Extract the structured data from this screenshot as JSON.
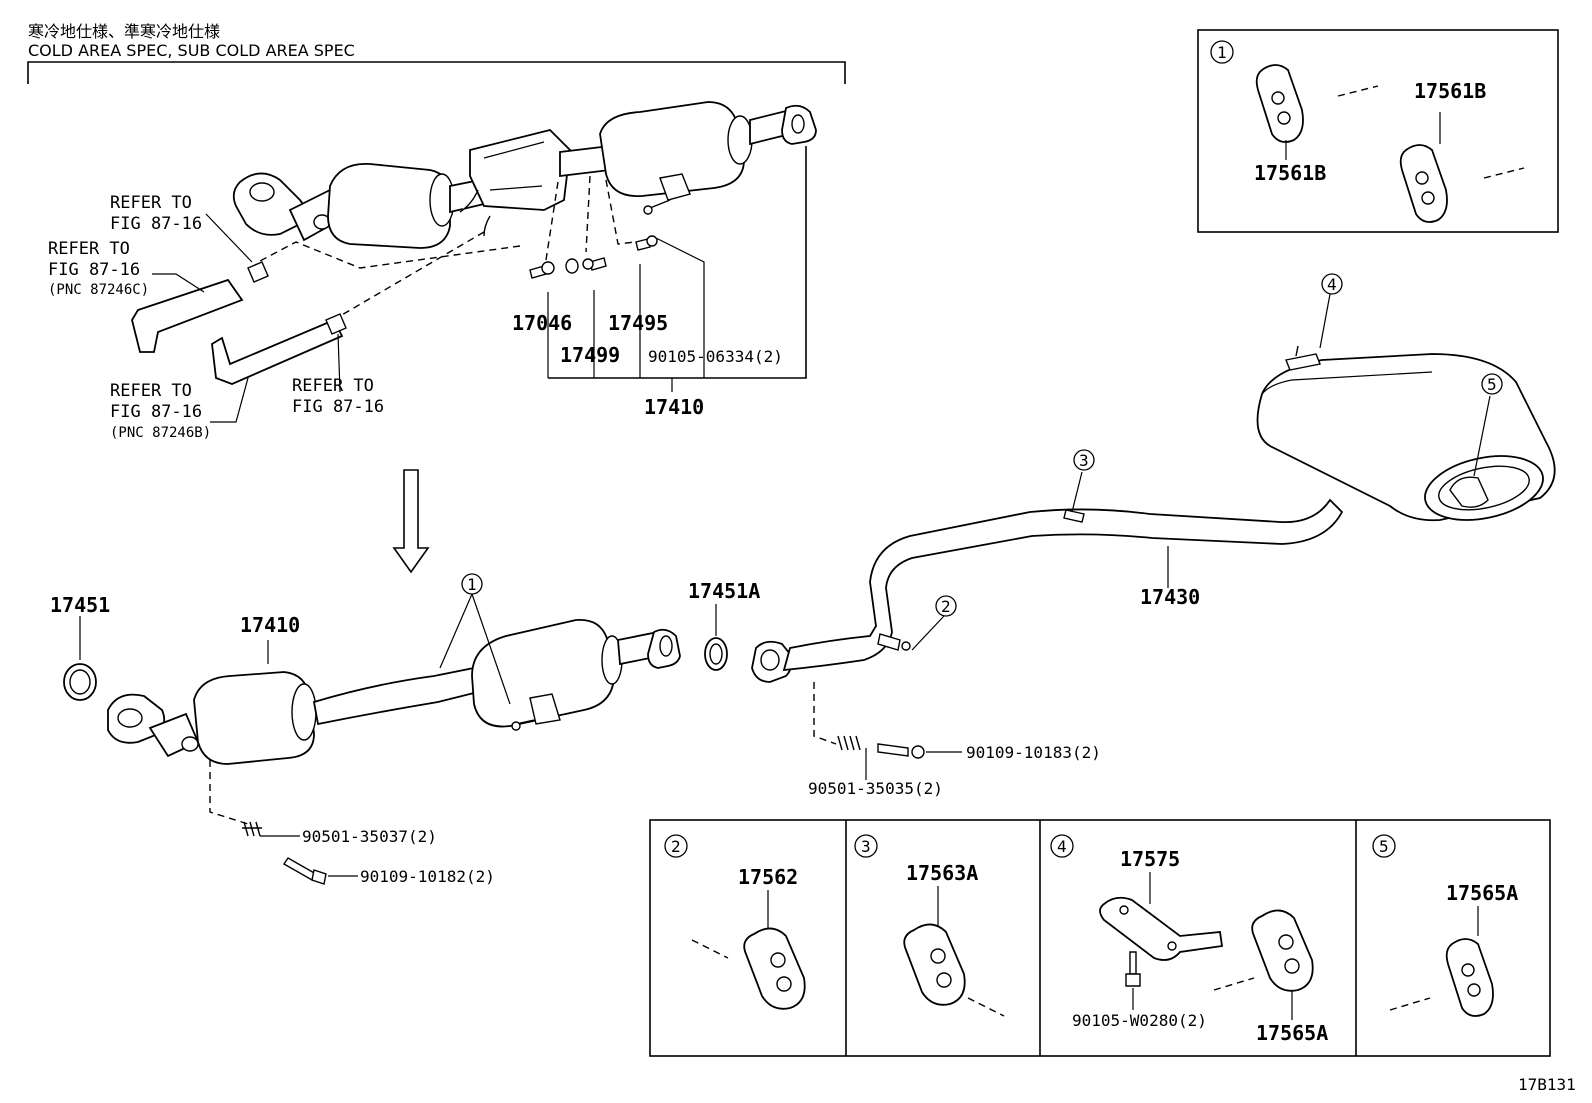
{
  "header": {
    "title_jp": "寒冷地仕様、準寒冷地仕様",
    "title_en": "COLD AREA SPEC, SUB COLD AREA SPEC"
  },
  "figure_code": "17B131",
  "refs": {
    "refer_to": "REFER TO",
    "fig": "FIG 87-16",
    "pnc_c": "(PNC 87246C)",
    "pnc_b": "(PNC 87246B)"
  },
  "parts": {
    "p17046": "17046",
    "p17495": "17495",
    "p17499": "17499",
    "p90105_06334": "90105-06334(2)",
    "p17410_top": "17410",
    "p17451": "17451",
    "p17410": "17410",
    "p17451A": "17451A",
    "p17430": "17430",
    "p90501_35037": "90501-35037(2)",
    "p90109_10182": "90109-10182(2)",
    "p90109_10183": "90109-10183(2)",
    "p90501_35035": "90501-35035(2)"
  },
  "callouts": {
    "c1": "1",
    "c2": "2",
    "c3": "3",
    "c4": "4",
    "c5": "5"
  },
  "detail_boxes": {
    "box1": {
      "num": "1",
      "label_a": "17561B",
      "label_b": "17561B"
    },
    "box2": {
      "num": "2",
      "label": "17562"
    },
    "box3": {
      "num": "3",
      "label": "17563A"
    },
    "box4": {
      "num": "4",
      "label_a": "17575",
      "label_b": "90105-W0280(2)",
      "label_c": "17565A"
    },
    "box5": {
      "num": "5",
      "label": "17565A"
    }
  }
}
